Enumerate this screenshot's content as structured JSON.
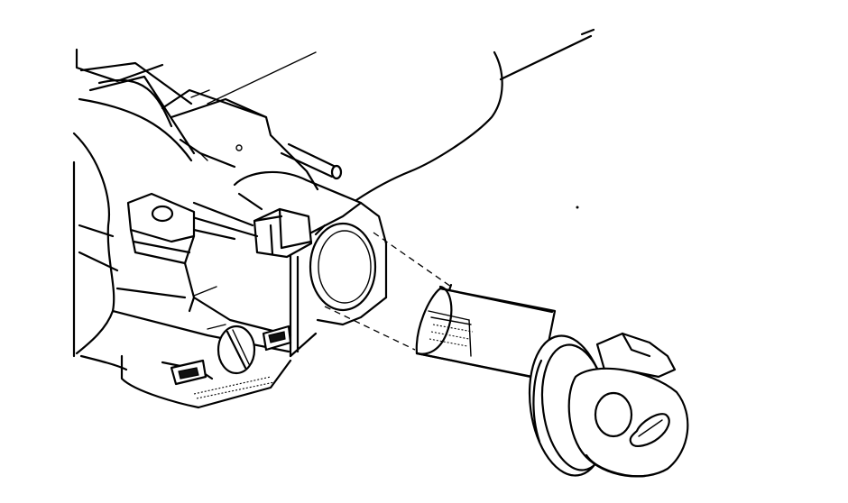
{
  "diagram": {
    "subject": "steering-column-lock-cylinder-installation",
    "style": "monochrome line drawing",
    "colors": {
      "ink": "#000000",
      "paper": "#ffffff"
    },
    "parts": [
      {
        "id": "steering-column-housing",
        "icon": "column-housing"
      },
      {
        "id": "lock-housing-bore",
        "icon": "cylinder-bore"
      },
      {
        "id": "lock-cylinder",
        "icon": "lock-cylinder"
      },
      {
        "id": "ignition-key",
        "icon": "key-head"
      },
      {
        "id": "steering-shaft",
        "icon": "shaft"
      }
    ],
    "alignment_guides": 2
  }
}
